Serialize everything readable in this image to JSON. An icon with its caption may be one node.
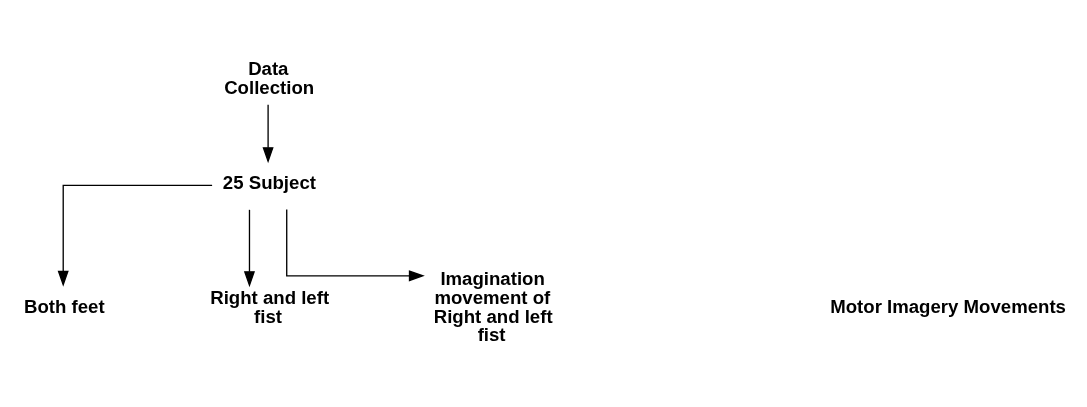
{
  "diagram": {
    "nodes": [
      {
        "text": [
          "Data Collection"
        ]
      },
      {
        "text": [
          "25 Subject"
        ]
      },
      {
        "text": [
          "Both feet"
        ]
      },
      {
        "text": [
          "Right and left fist"
        ]
      },
      {
        "text": [
          "Imagination movement of Right and left fist"
        ]
      }
    ],
    "edges": [
      {
        "from": 0,
        "to": 1,
        "arrow": "to"
      },
      {
        "from": 1,
        "to": 2,
        "arrow": "to"
      },
      {
        "from": 1,
        "to": 3,
        "arrow": "to"
      },
      {
        "from": 1,
        "to": 4,
        "arrow": "to"
      }
    ],
    "labels": [
      "Motor Imagery Movements"
    ]
  }
}
